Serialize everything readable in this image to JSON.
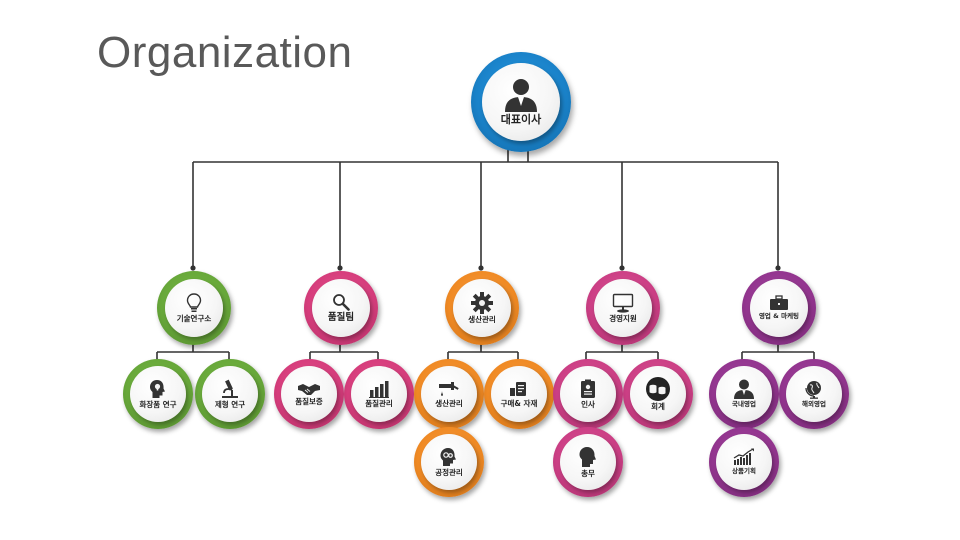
{
  "title": "Organization",
  "colors": {
    "blue": "#1a82c9",
    "green": "#68a83a",
    "pink": "#d63d7c",
    "orange": "#f08a24",
    "magenta": "#cc3f85",
    "purple": "#93358f",
    "line": "#333333"
  },
  "org": {
    "root": {
      "label": "대표이사",
      "icon": "person-icon"
    },
    "departments": [
      {
        "label": "기술연구소",
        "icon": "lightbulb-icon",
        "color": "green",
        "children": [
          {
            "label": "화장품 연구",
            "icon": "head-idea-icon"
          },
          {
            "label": "제형 연구",
            "icon": "microscope-icon"
          }
        ]
      },
      {
        "label": "품질팀",
        "icon": "magnifier-icon",
        "color": "pink",
        "children": [
          {
            "label": "품질보증",
            "icon": "handshake-icon"
          },
          {
            "label": "품질관리",
            "icon": "bar-chart-icon"
          }
        ]
      },
      {
        "label": "생산관리",
        "icon": "gear-icon",
        "color": "orange",
        "children": [
          {
            "label": "생산관리",
            "icon": "pipe-icon"
          },
          {
            "label": "구매& 자재",
            "icon": "clipboard-icon"
          },
          {
            "label": "공정관리",
            "icon": "head-gears-icon"
          }
        ]
      },
      {
        "label": "경영지원",
        "icon": "monitor-icon",
        "color": "magenta",
        "children": [
          {
            "label": "인사",
            "icon": "id-card-icon"
          },
          {
            "label": "회계",
            "icon": "coins-icon"
          },
          {
            "label": "총무",
            "icon": "head-silhouette-icon"
          }
        ]
      },
      {
        "label": "영업 & 마케팅",
        "icon": "briefcase-icon",
        "color": "purple",
        "children": [
          {
            "label": "국내영업",
            "icon": "person-icon"
          },
          {
            "label": "해외영업",
            "icon": "globe-icon"
          },
          {
            "label": "상품기획",
            "icon": "trend-chart-icon"
          }
        ]
      }
    ]
  }
}
